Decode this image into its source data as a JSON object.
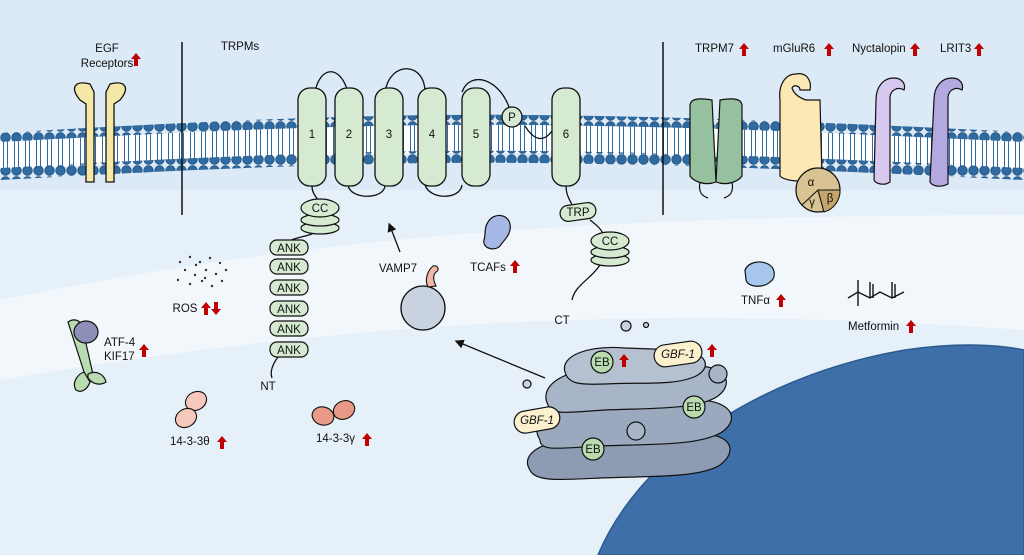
{
  "membrane": {
    "regions": [
      "EGF\nReceptors",
      "TRPMs",
      "TRPM7 / mGluR6 / Nyctalopin / LRIT3"
    ]
  },
  "labels": {
    "egf_line1": "EGF",
    "egf_line2": "Receptors",
    "trpms": "TRPMs",
    "trpm7": "TRPM7",
    "mglur6": "mGluR6",
    "nyctalopin": "Nyctalopin",
    "lrit3": "LRIT3",
    "tm_segments": [
      "1",
      "2",
      "3",
      "4",
      "5",
      "6"
    ],
    "pore": "P",
    "cc_top": "CC",
    "ank": "ANK",
    "nt": "NT",
    "trp": "TRP",
    "cc_bottom": "CC",
    "ct": "CT",
    "vamp7": "VAMP7",
    "tcafs": "TCAFs",
    "ros": "ROS",
    "atf4": "ATF-4",
    "kif17": "KIF17",
    "p14_theta": "14-3-3θ",
    "p14_gamma": "14-3-3γ",
    "tnfa": "TNFα",
    "metformin": "Metformin",
    "gbf1": "GBF-1",
    "eb": "EB",
    "g_alpha": "α",
    "g_beta": "β",
    "g_gamma": "γ"
  },
  "colors": {
    "membrane_head": "#2f6aa0",
    "nucleus": "#3f6fa8",
    "arrow_red": "#c00000",
    "tm_green": "#d6ead2",
    "egf_yellow": "#f5e8a6",
    "golgi": "#9aa9bd"
  }
}
